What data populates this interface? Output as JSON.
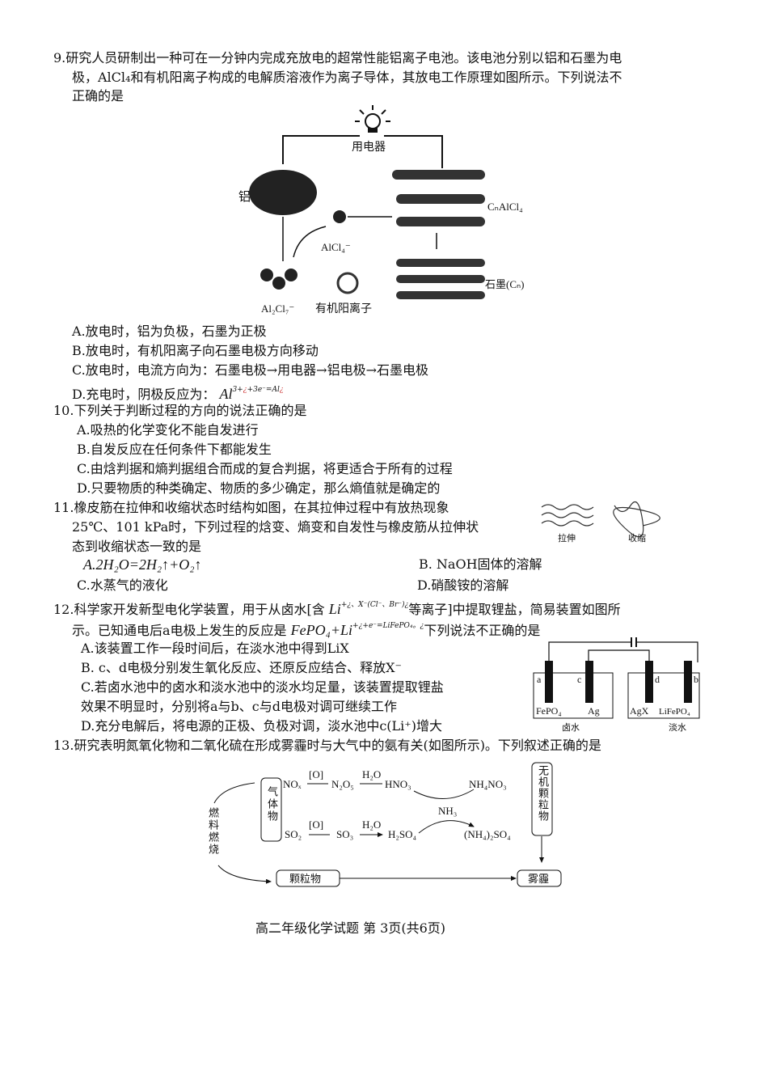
{
  "q9": {
    "lines": [
      "9.研究人员研制出一种可在一分钟内完成充放电的超常性能铝离子电池。该电池分别以铝和石墨为电",
      "极，AlCl₄和有机阳离子构成的电解质溶液作为离子导体，其放电工作原理如图所示。下列说法不",
      "正确的是"
    ],
    "diagram": {
      "appliance": "用电器",
      "aluminum": "铝",
      "cnalcl4": "CₙAlCl₄",
      "alcl4": "AlCl₄⁻",
      "graphite": "石墨(Cₙ)",
      "al2cl7": "Al₂Cl₇⁻",
      "cation": "有机阳离子"
    },
    "options": [
      "A.放电时，铝为负极，石墨为正极",
      "B.放电时，有机阳离子向石墨电极方向移动",
      "C.放电时，电流方向为：石墨电极→用电器→铝电极→石墨电极"
    ],
    "optD_prefix": "D.充电时，阴极反应为：",
    "optD_formula": "Al",
    "optD_sup": "3+",
    "optD_garble1": "¿",
    "optD_rest": "+3e⁻=Al",
    "optD_garble2": "¿"
  },
  "q10": {
    "stem": "10.下列关于判断过程的方向的说法正确的是",
    "options": [
      "A.吸热的化学变化不能自发进行",
      "B.自发反应在任何条件下都能发生",
      "C.由焓判据和熵判据组合而成的复合判据，将更适合于所有的过程",
      "D.只要物质的种类确定、物质的多少确定，那么熵值就是确定的"
    ]
  },
  "q11": {
    "lines": [
      "11.橡皮筋在拉伸和收缩状态时结构如图，在其拉伸过程中有放热现象",
      "25℃、101 kPa时，下列过程的焓变、熵变和自发性与橡皮筋从拉伸状",
      "态到收缩状态一致的是"
    ],
    "fig": {
      "stretched": "拉伸",
      "contracted": "收缩"
    },
    "optA": "A.2H₂O=2H₂↑+O₂↑",
    "optB": "B. NaOH固体的溶解",
    "optC": "C.水蒸气的液化",
    "optD": "D.硝酸铵的溶解"
  },
  "q12": {
    "line1_a": "12.科学家开发新型电化学装置，用于从卤水[含",
    "line1_li": "Li",
    "line1_garble": "+¿、X⁻(Cl⁻、Br⁻)¿",
    "line1_b": "等离子]中提取锂盐，简易装置如图所",
    "line2_a": "示。已知通电后a电极上发生的反应是",
    "line2_formula": "FePO₄+Li",
    "line2_garble": "+¿+e⁻=LiFePO₄。¿",
    "line2_b": "下列说法不正确的是",
    "options": [
      "A.该装置工作一段时间后，在淡水池中得到LiX",
      "B.  c、d电极分别发生氧化反应、还原反应结合、释放X⁻",
      "C.若卤水池中的卤水和淡水池中的淡水均足量，该装置提取锂盐",
      "  效果不明显时，分别将a与b、c与d电极对调可继续工作",
      "D.充分电解后，将电源的正极、负极对调，淡水池中c(Li⁺)增大"
    ],
    "diagram": {
      "a": "a",
      "c": "c",
      "d": "d",
      "b": "b",
      "fepo4": "FePO₄",
      "ag": "Ag",
      "agx": "AgX",
      "lifepo4": "LiFePO₄",
      "brine": "卤水",
      "fresh": "淡水"
    }
  },
  "q13": {
    "stem": "13.研究表明氮氧化物和二氧化硫在形成雾霾时与大气中的氨有关(如图所示)。下列叙述正确的是",
    "diagram": {
      "fuel": "燃料燃烧",
      "gas": "气体物",
      "nox": "NOₓ",
      "o1": "[O]",
      "n2o5": "N₂O₅",
      "h2o1": "H₂O",
      "hno3": "HNO₃",
      "nh4no3": "NH₄NO₃",
      "nh3": "NH₃",
      "so2": "SO₂",
      "o2": "[O]",
      "so3": "SO₃",
      "h2o2": "H₂O",
      "h2so4": "H₂SO₄",
      "nh42so4": "(NH₄)₂SO₄",
      "inorganic": "无机颗粒物",
      "particles": "颗粒物",
      "haze": "雾霾"
    }
  },
  "footer": "高二年级化学试题 第 3页(共6页)"
}
